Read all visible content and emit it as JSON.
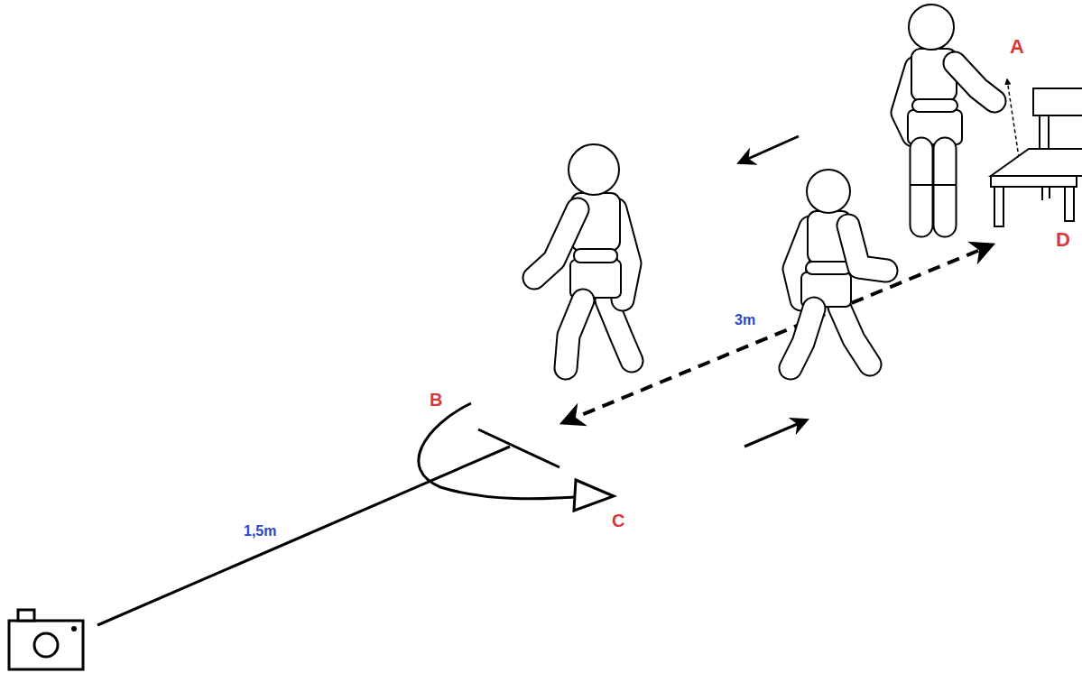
{
  "diagram": {
    "labels": [
      "A",
      "B",
      "C",
      "D",
      "3m",
      "1,5m"
    ]
  }
}
